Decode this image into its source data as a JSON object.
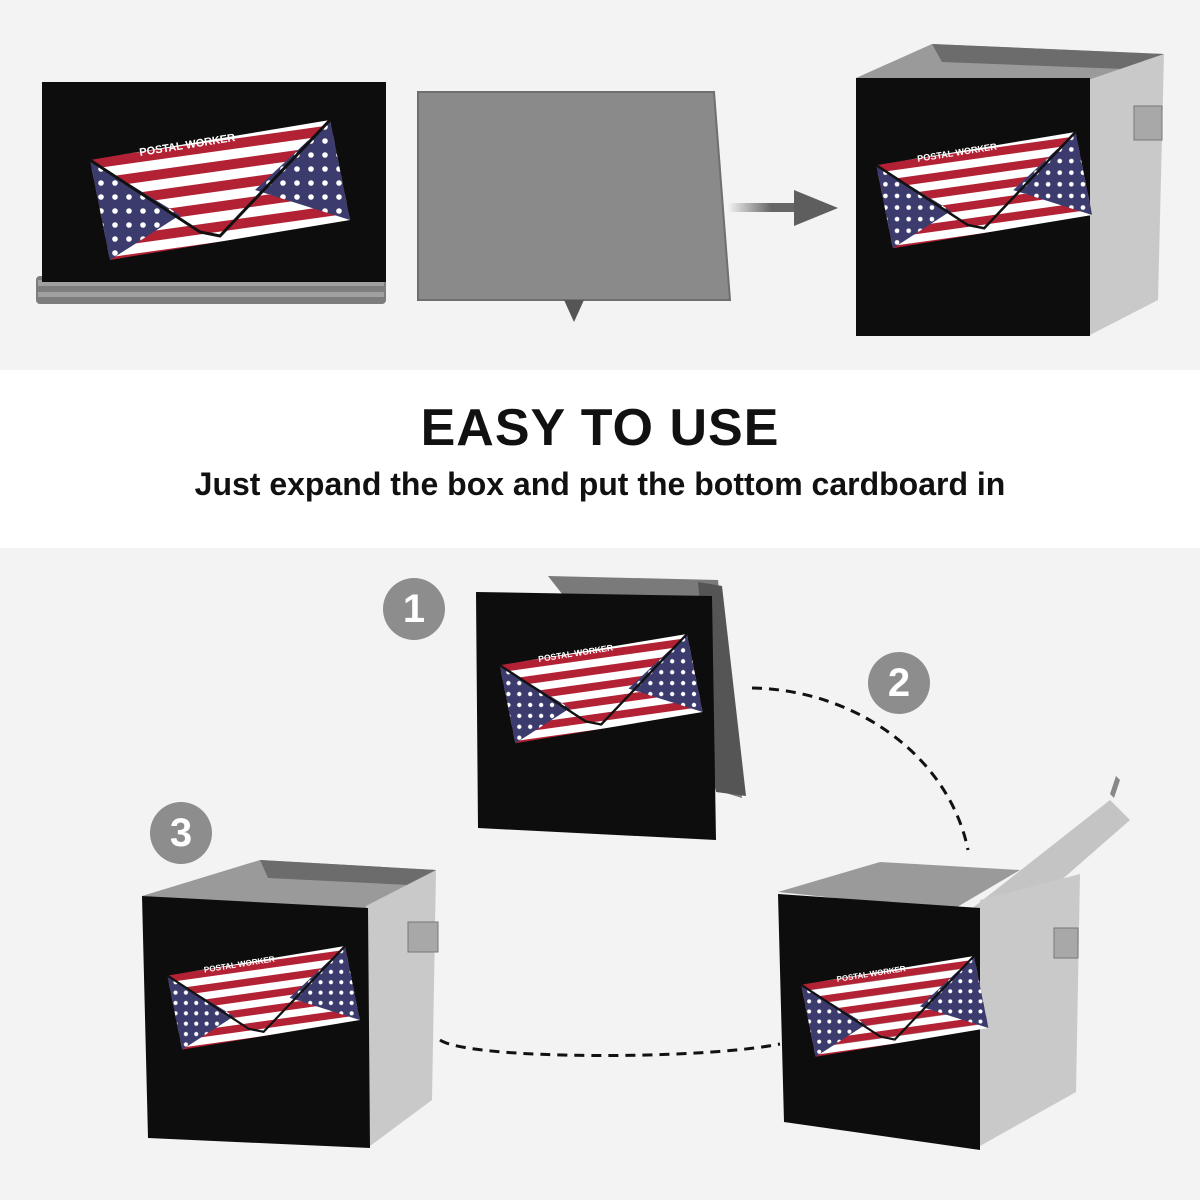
{
  "heading": {
    "title": "EASY TO USE",
    "subtitle": "Just expand the box and put the bottom cardboard in"
  },
  "product": {
    "print_text": "POSTAL WORKER",
    "colors": {
      "box_black": "#0d0d0d",
      "fabric_gray": "#8a8a8a",
      "side_gray": "#c9c9c9",
      "flag_red": "#b22234",
      "flag_blue": "#3c3b6e",
      "badge_gray": "#8d8d8d",
      "background": "#f3f3f3"
    }
  },
  "steps": [
    {
      "number": "1"
    },
    {
      "number": "2"
    },
    {
      "number": "3"
    }
  ]
}
